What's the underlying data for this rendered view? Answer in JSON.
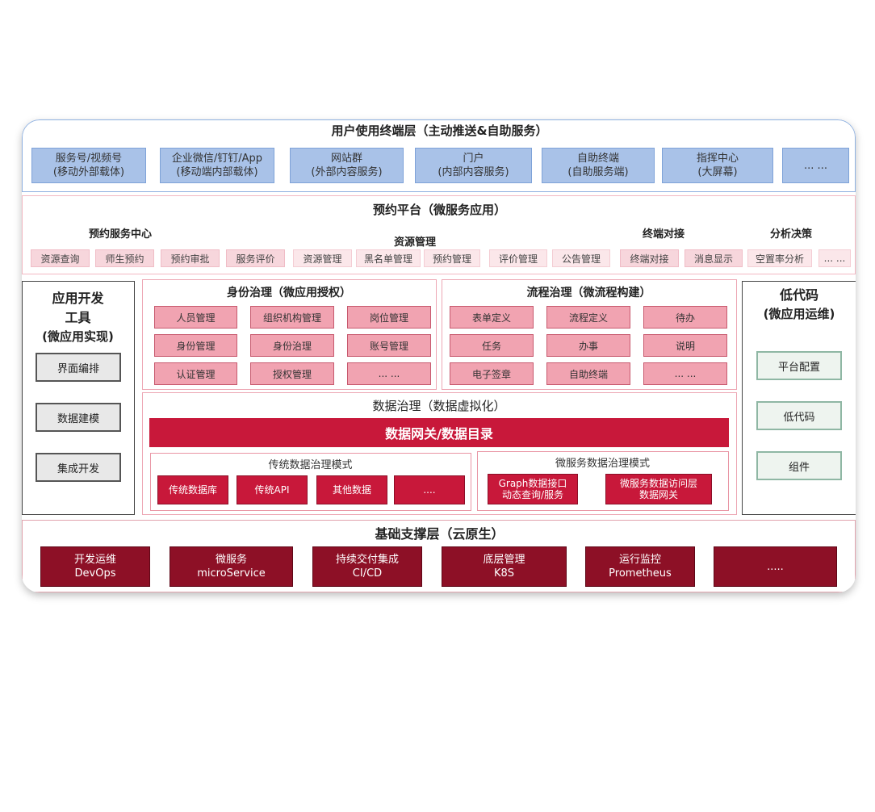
{
  "user_layer": {
    "title": "用户使用终端层（主动推送&自助服务）",
    "items": [
      {
        "line1": "服务号/视频号",
        "line2": "(移动外部载体)"
      },
      {
        "line1": "企业微信/钉钉/App",
        "line2": "(移动端内部载体)"
      },
      {
        "line1": "网站群",
        "line2": "(外部内容服务)"
      },
      {
        "line1": "门户",
        "line2": "(内部内容服务)"
      },
      {
        "line1": "自助终端",
        "line2": "(自助服务端)"
      },
      {
        "line1": "指挥中心",
        "line2": "(大屏幕)"
      },
      {
        "line1": "... ...",
        "line2": ""
      }
    ]
  },
  "platform_layer": {
    "title": "预约平台（微服务应用）",
    "groups": {
      "booking_center": "预约服务中心",
      "resource_mgmt": "资源管理",
      "terminal_docking": "终端对接",
      "analysis": "分析决策"
    },
    "items": [
      "资源查询",
      "师生预约",
      "预约审批",
      "服务评价",
      "资源管理",
      "黑名单管理",
      "预约管理",
      "评价管理",
      "公告管理",
      "终端对接",
      "消息显示",
      "空置率分析",
      "... ..."
    ]
  },
  "app_dev": {
    "title_lines": [
      "应用开发",
      "工具",
      "(微应用实现)"
    ],
    "buttons": [
      "界面编排",
      "数据建模",
      "集成开发"
    ]
  },
  "identity": {
    "title": "身份治理（微应用授权）",
    "items": [
      "人员管理",
      "组织机构管理",
      "岗位管理",
      "身份管理",
      "身份治理",
      "账号管理",
      "认证管理",
      "授权管理",
      "... ..."
    ]
  },
  "process": {
    "title": "流程治理（微流程构建）",
    "items": [
      "表单定义",
      "流程定义",
      "待办",
      "任务",
      "办事",
      "说明",
      "电子签章",
      "自助终端",
      "... ..."
    ]
  },
  "data_gov": {
    "title": "数据治理（数据虚拟化）",
    "gateway": "数据网关/数据目录",
    "traditional": {
      "title": "传统数据治理模式",
      "items": [
        "传统数据库",
        "传统API",
        "其他数据",
        "...."
      ]
    },
    "micro": {
      "title": "微服务数据治理模式",
      "items": [
        {
          "line1": "Graph数据接口",
          "line2": "动态查询/服务"
        },
        {
          "line1": "微服务数据访问层",
          "line2": "数据网关"
        }
      ]
    }
  },
  "lowcode": {
    "title_lines": [
      "低代码",
      "(微应用运维)"
    ],
    "buttons": [
      "平台配置",
      "低代码",
      "组件"
    ]
  },
  "base_layer": {
    "title": "基础支撑层（云原生）",
    "items": [
      {
        "line1": "开发运维",
        "line2": "DevOps"
      },
      {
        "line1": "微服务",
        "line2": "microService"
      },
      {
        "line1": "持续交付集成",
        "line2": "CI/CD"
      },
      {
        "line1": "底层管理",
        "line2": "K8S"
      },
      {
        "line1": "运行监控",
        "line2": "Prometheus"
      },
      {
        "line1": ".....",
        "line2": ""
      }
    ]
  }
}
